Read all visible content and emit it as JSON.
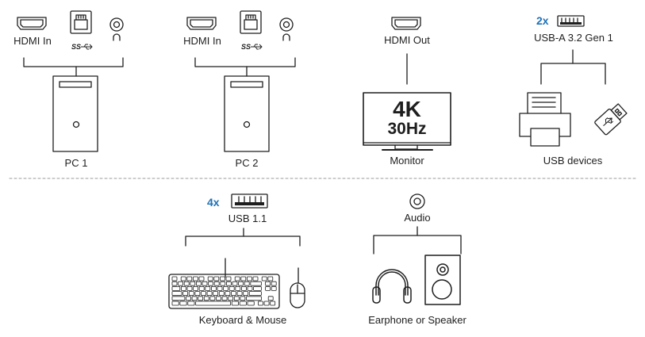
{
  "pc1": {
    "hdmi_label": "HDMI In",
    "usb_mark": "SS",
    "name": "PC 1"
  },
  "pc2": {
    "hdmi_label": "HDMI In",
    "usb_mark": "SS",
    "name": "PC 2"
  },
  "monitor": {
    "port_label": "HDMI Out",
    "resolution": "4K",
    "refresh": "30Hz",
    "name": "Monitor"
  },
  "usb_devices": {
    "count": "2x",
    "port_label": "USB-A 3.2 Gen 1",
    "name": "USB devices"
  },
  "keyboard_mouse": {
    "count": "4x",
    "port_label": "USB 1.1",
    "name": "Keyboard & Mouse"
  },
  "audio": {
    "port_label": "Audio",
    "name": "Earphone or Speaker"
  },
  "colors": {
    "accent": "#1f72b6",
    "stroke": "#1e1e1e",
    "divider": "#9a9a9a"
  }
}
